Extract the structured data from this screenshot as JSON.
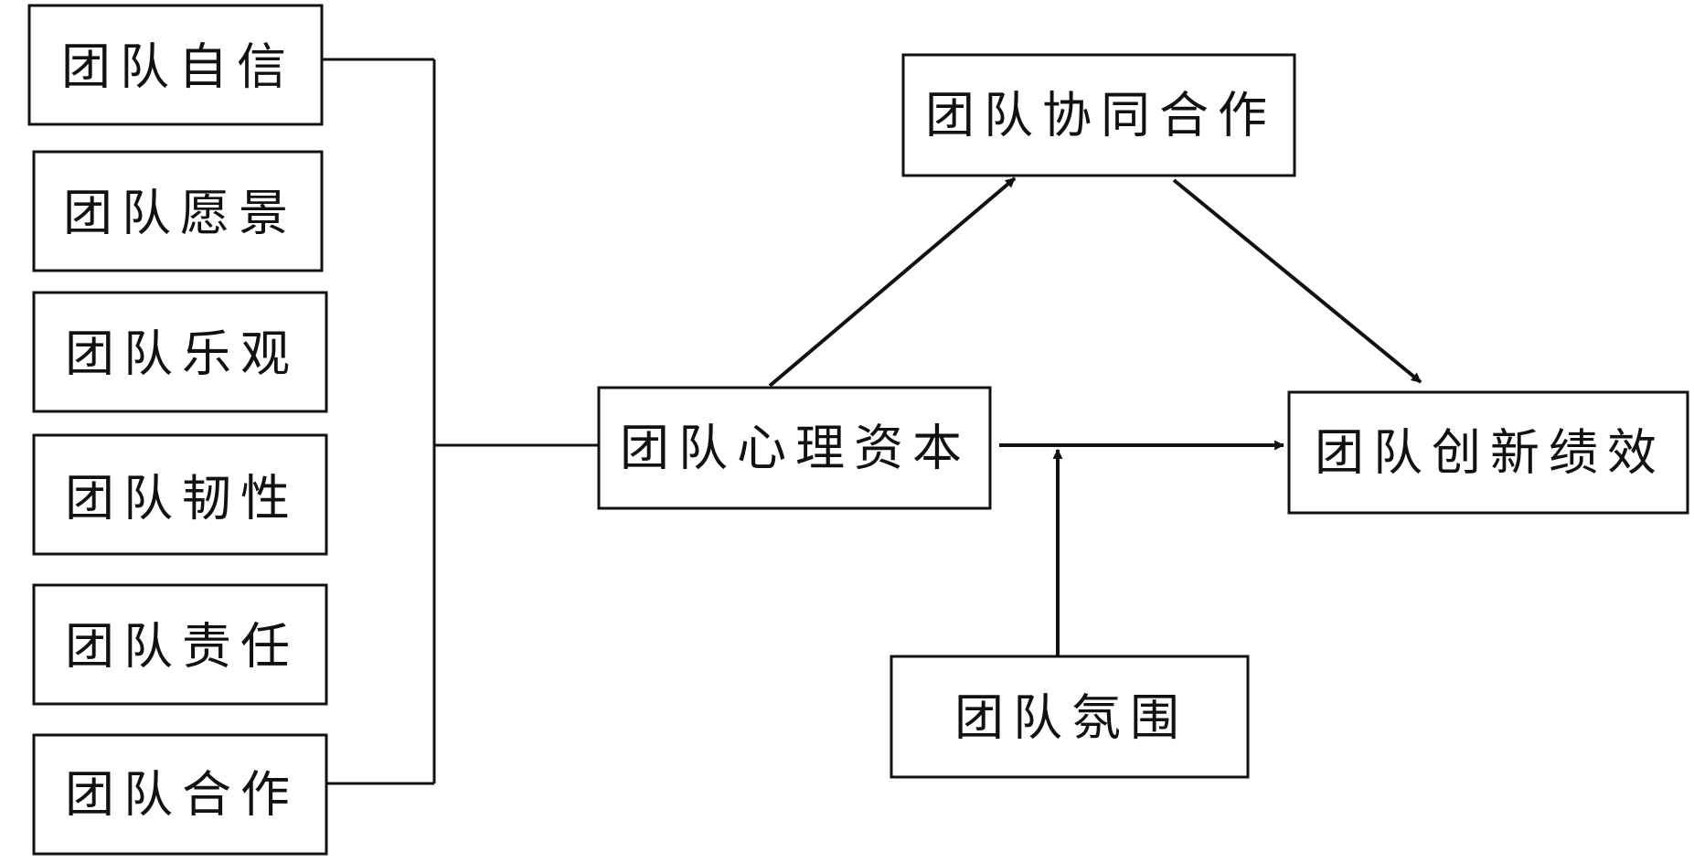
{
  "diagram": {
    "dimensions": [
      "团队自信",
      "团队愿景",
      "团队乐观",
      "团队韧性",
      "团队责任",
      "团队合作"
    ],
    "core": "团队心理资本",
    "mediator": "团队协同合作",
    "outcome": "团队创新绩效",
    "moderator": "团队氛围"
  }
}
